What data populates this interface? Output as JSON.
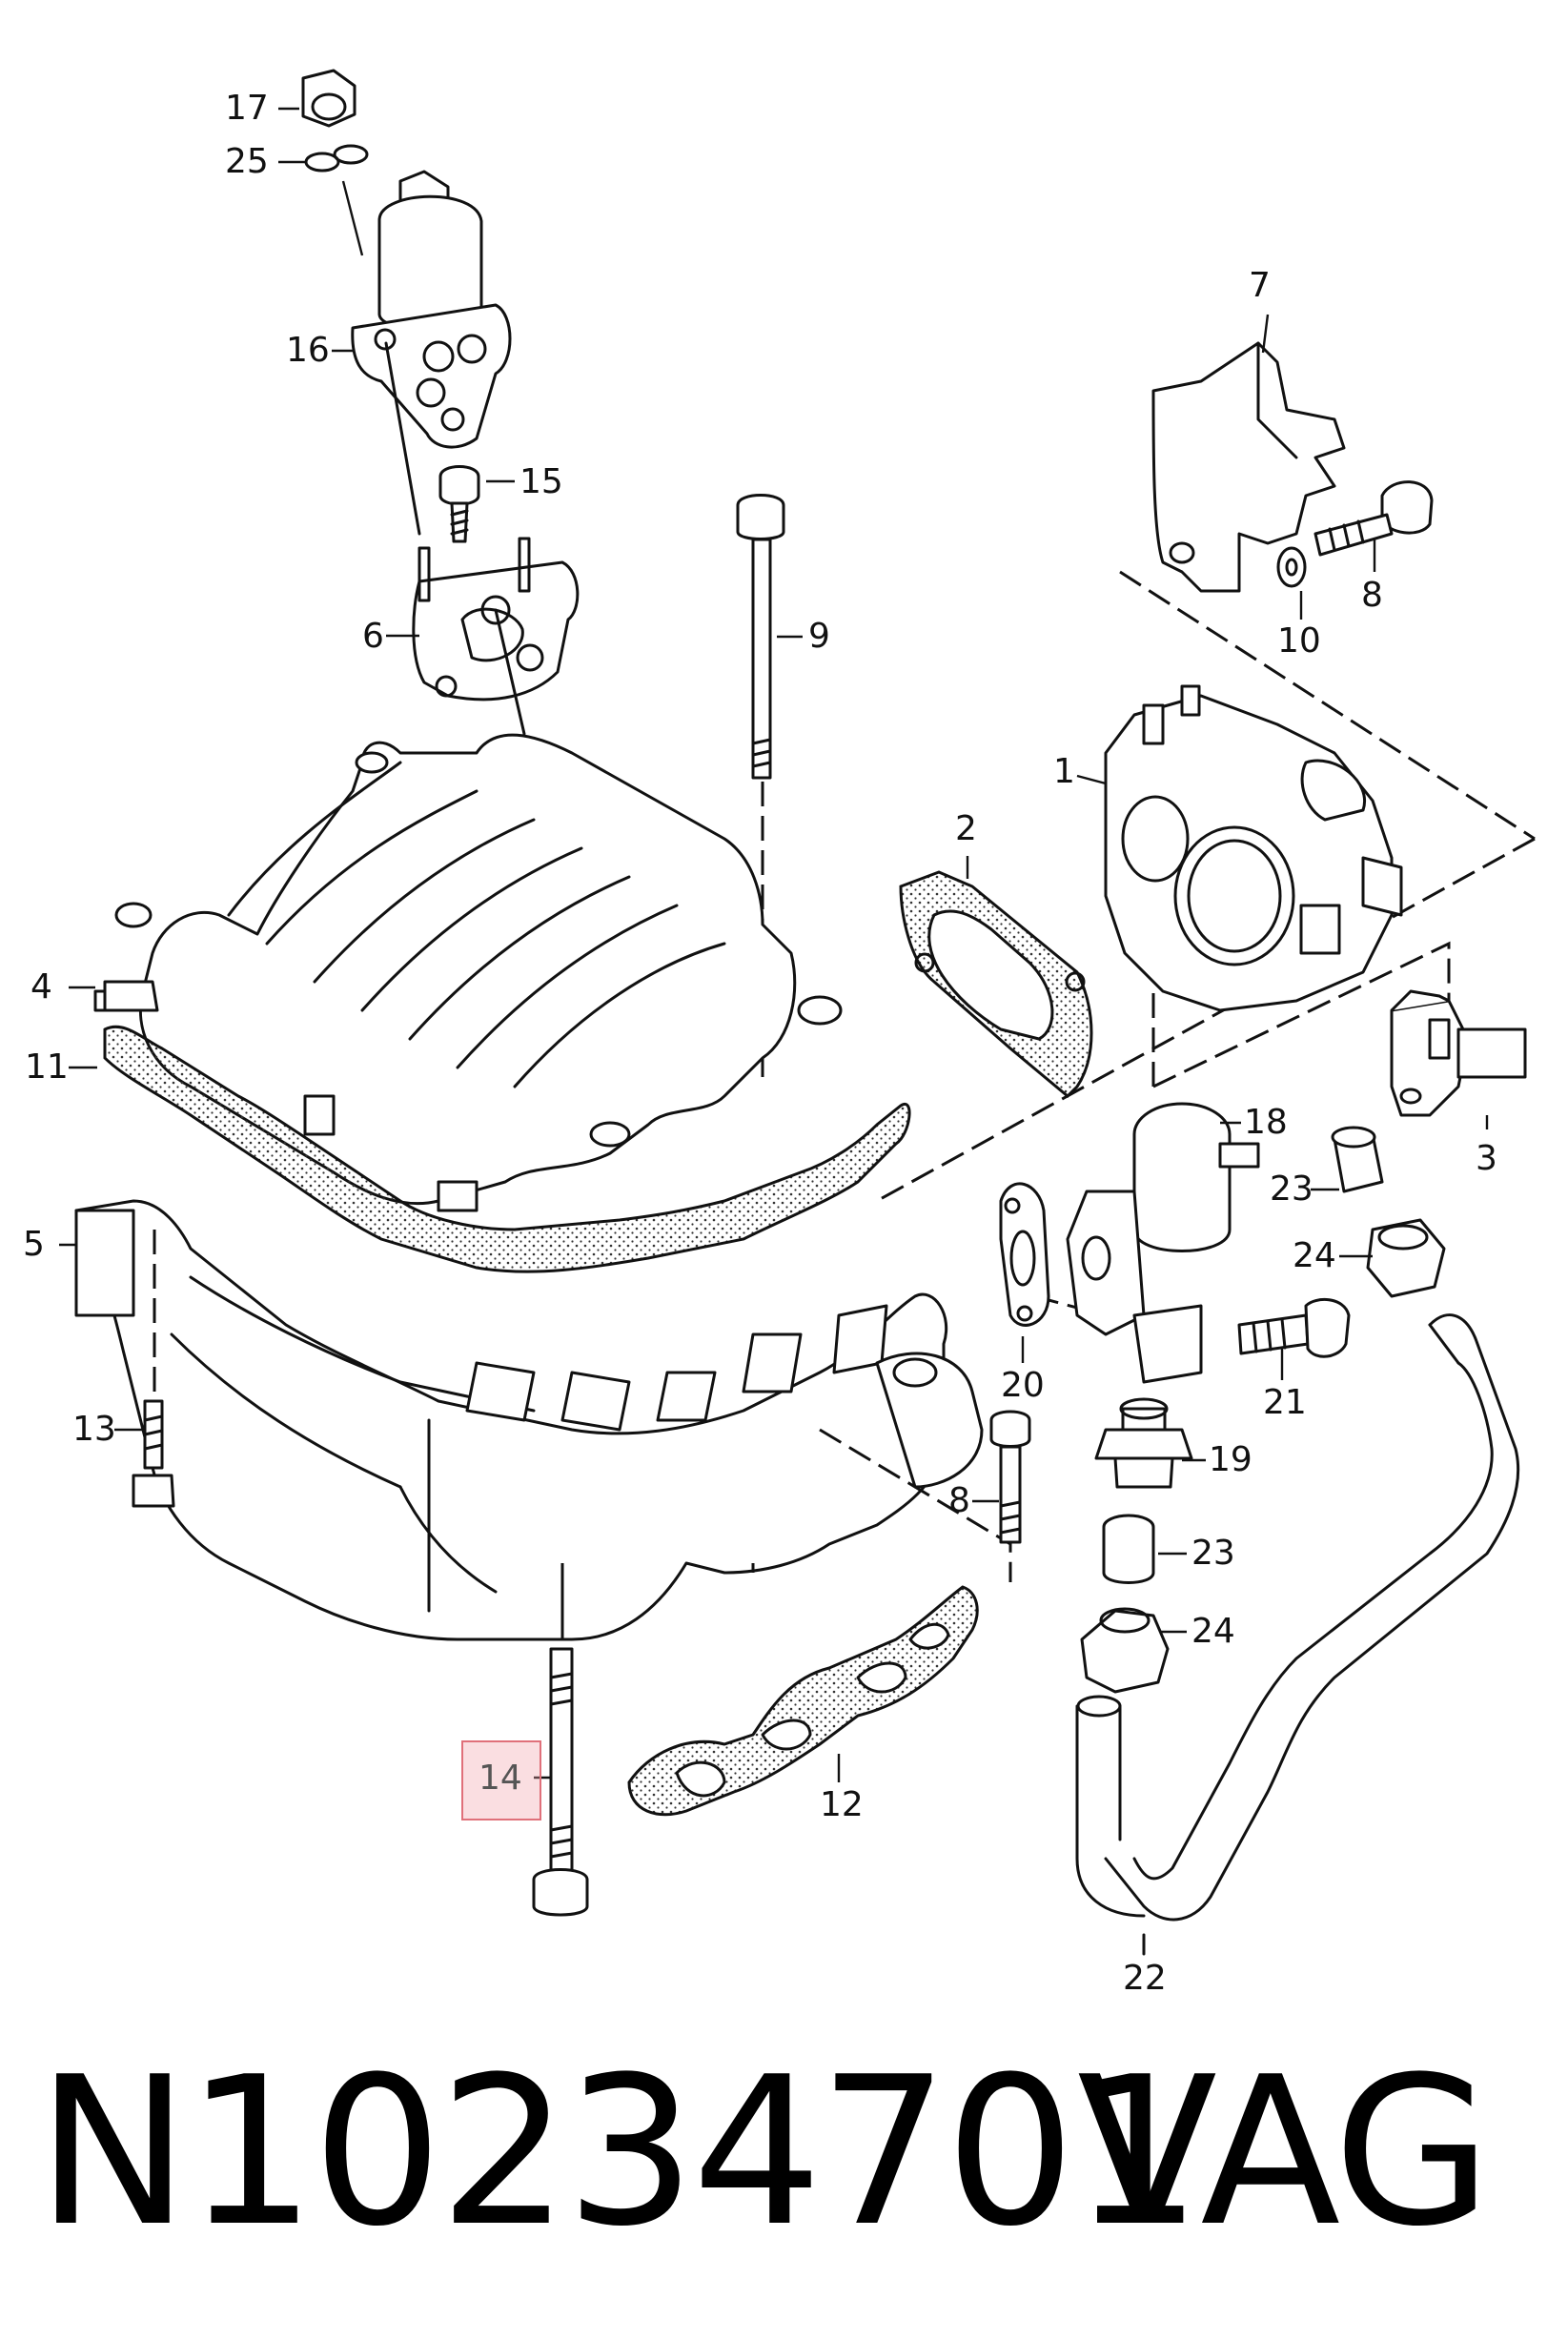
{
  "callouts": [
    {
      "id": "17",
      "text": "17"
    },
    {
      "id": "25",
      "text": "25"
    },
    {
      "id": "16",
      "text": "16"
    },
    {
      "id": "15",
      "text": "15"
    },
    {
      "id": "6",
      "text": "6"
    },
    {
      "id": "9",
      "text": "9"
    },
    {
      "id": "7",
      "text": "7"
    },
    {
      "id": "8a",
      "text": "8"
    },
    {
      "id": "10",
      "text": "10"
    },
    {
      "id": "1",
      "text": "1"
    },
    {
      "id": "2",
      "text": "2"
    },
    {
      "id": "4",
      "text": "4"
    },
    {
      "id": "11",
      "text": "11"
    },
    {
      "id": "3",
      "text": "3"
    },
    {
      "id": "18",
      "text": "18"
    },
    {
      "id": "23a",
      "text": "23"
    },
    {
      "id": "24a",
      "text": "24"
    },
    {
      "id": "5",
      "text": "5"
    },
    {
      "id": "20",
      "text": "20"
    },
    {
      "id": "21",
      "text": "21"
    },
    {
      "id": "13",
      "text": "13"
    },
    {
      "id": "19",
      "text": "19"
    },
    {
      "id": "8b",
      "text": "8"
    },
    {
      "id": "23b",
      "text": "23"
    },
    {
      "id": "24b",
      "text": "24"
    },
    {
      "id": "14",
      "text": "14",
      "highlighted": true
    },
    {
      "id": "12",
      "text": "12"
    },
    {
      "id": "22",
      "text": "22"
    }
  ],
  "caption": {
    "part_number": "N10234701",
    "brand": "VAG"
  },
  "colors": {
    "line": "#111111",
    "highlight": "#e0707a"
  }
}
